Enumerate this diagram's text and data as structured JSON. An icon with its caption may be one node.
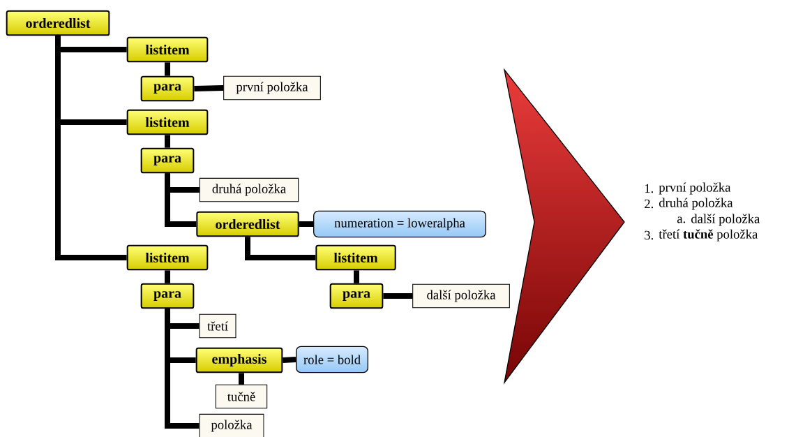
{
  "diagram": {
    "nodes": [
      {
        "text": [
          "orderedlist"
        ]
      },
      {
        "text": [
          "listitem"
        ]
      },
      {
        "text": [
          "para"
        ]
      },
      {
        "text": [
          "první položka"
        ]
      },
      {
        "text": [
          "listitem"
        ]
      },
      {
        "text": [
          "para"
        ]
      },
      {
        "text": [
          "druhá položka"
        ]
      },
      {
        "text": [
          "orderedlist"
        ]
      },
      {
        "text": [
          "numeration = loweralpha"
        ]
      },
      {
        "text": [
          "listitem"
        ]
      },
      {
        "text": [
          "listitem"
        ]
      },
      {
        "text": [
          "para"
        ]
      },
      {
        "text": [
          "další položka"
        ]
      },
      {
        "text": [
          "para"
        ]
      },
      {
        "text": [
          "třetí"
        ]
      },
      {
        "text": [
          "emphasis"
        ]
      },
      {
        "text": [
          "role = bold"
        ]
      },
      {
        "text": [
          "tučně"
        ]
      },
      {
        "text": [
          "položka"
        ]
      }
    ],
    "edges": [
      {
        "from": 0,
        "to": 1,
        "arrow": "none"
      },
      {
        "from": 1,
        "to": 2,
        "arrow": "none"
      },
      {
        "from": 2,
        "to": 3,
        "arrow": "none"
      },
      {
        "from": 0,
        "to": 4,
        "arrow": "none"
      },
      {
        "from": 4,
        "to": 5,
        "arrow": "none"
      },
      {
        "from": 5,
        "to": 6,
        "arrow": "none"
      },
      {
        "from": 5,
        "to": 7,
        "arrow": "none"
      },
      {
        "from": 7,
        "to": 8,
        "arrow": "none"
      },
      {
        "from": 0,
        "to": 9,
        "arrow": "none"
      },
      {
        "from": 7,
        "to": 10,
        "arrow": "none"
      },
      {
        "from": 10,
        "to": 11,
        "arrow": "none"
      },
      {
        "from": 11,
        "to": 12,
        "arrow": "none"
      },
      {
        "from": 9,
        "to": 13,
        "arrow": "none"
      },
      {
        "from": 13,
        "to": 14,
        "arrow": "none"
      },
      {
        "from": 13,
        "to": 15,
        "arrow": "none"
      },
      {
        "from": 15,
        "to": 16,
        "arrow": "none"
      },
      {
        "from": 15,
        "to": 17,
        "arrow": "none"
      },
      {
        "from": 13,
        "to": 18,
        "arrow": "none"
      }
    ],
    "labels": [
      "1.",
      "první položka",
      "2.",
      "druhá položka",
      "a.",
      "další položka",
      "3.",
      "třetí **tučně** položka"
    ]
  }
}
